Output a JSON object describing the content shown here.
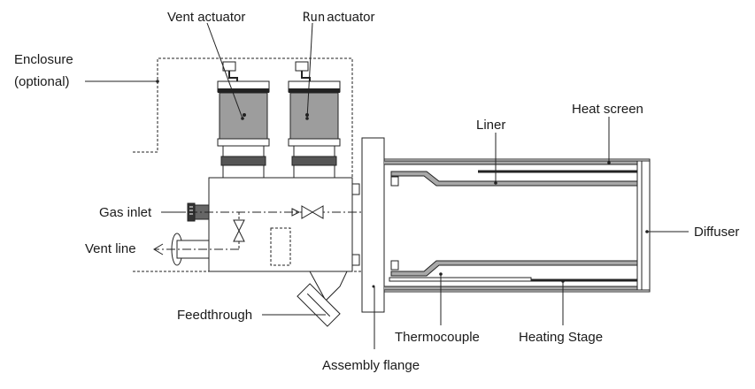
{
  "labels": {
    "vent_actuator": "Vent actuator",
    "run_actuator_prefix": "Run",
    "run_actuator_suffix": "actuator",
    "enclosure_line1": "Enclosure",
    "enclosure_line2": "(optional)",
    "liner": "Liner",
    "heat_screen": "Heat screen",
    "gas_inlet": "Gas inlet",
    "vent_line": "Vent line",
    "diffuser": "Diffuser",
    "feedthrough": "Feedthrough",
    "thermocouple": "Thermocouple",
    "heating_stage": "Heating Stage",
    "assembly_flange": "Assembly flange"
  },
  "colors": {
    "line": "#222222",
    "actuator_fill": "#9d9d9d",
    "tube_fill": "#a8a8a8",
    "white": "#ffffff"
  }
}
